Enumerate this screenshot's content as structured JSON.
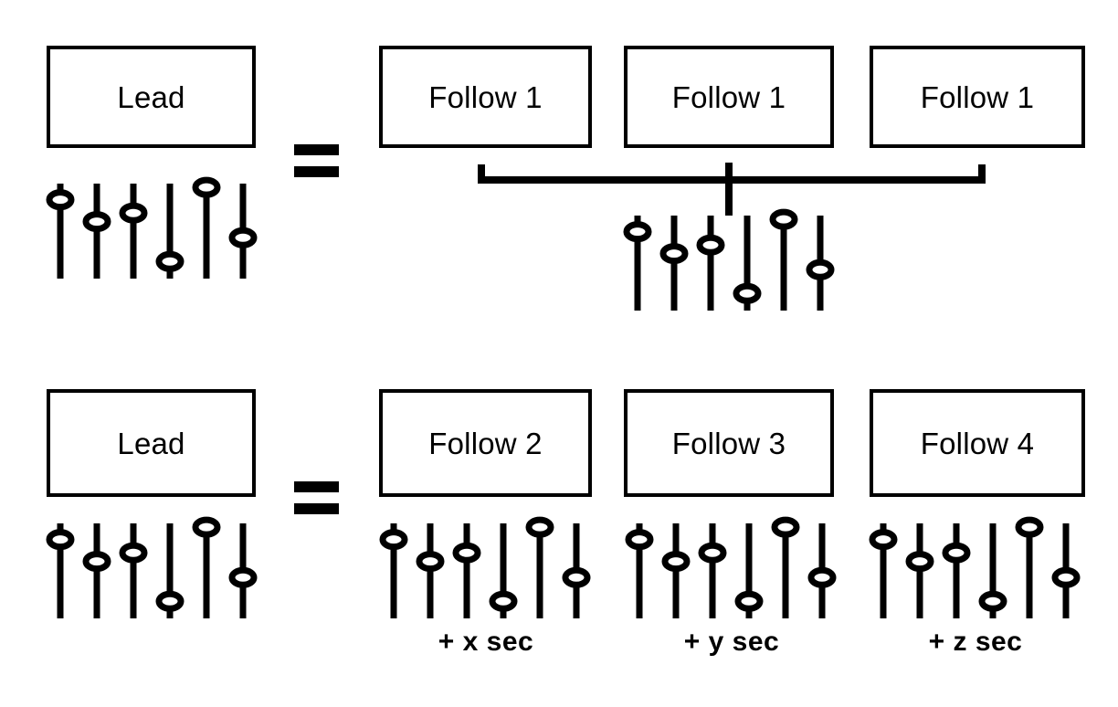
{
  "diagram": {
    "title": "Lead and Follow slider configuration equivalence",
    "background_color": "#ffffff",
    "stroke_color": "#000000",
    "operator_symbol": "="
  },
  "slider_bank": {
    "count": 6,
    "knob_positions": [
      0.17,
      0.4,
      0.31,
      0.82,
      0.04,
      0.57
    ],
    "track_label": "slider-track",
    "knob_label": "slider-knob"
  },
  "rows": [
    {
      "id": "row-grouped",
      "left": {
        "box_label": "Lead",
        "sliders_caption": ""
      },
      "operator": "=",
      "grouped": true,
      "bracket": {
        "present": true,
        "name": "grouping-bracket"
      },
      "right_boxes": [
        {
          "box_label": "Follow 1",
          "offset_caption": ""
        },
        {
          "box_label": "Follow 1",
          "offset_caption": ""
        },
        {
          "box_label": "Follow 1",
          "offset_caption": ""
        }
      ],
      "shared_slider_caption": ""
    },
    {
      "id": "row-offset",
      "left": {
        "box_label": "Lead",
        "sliders_caption": ""
      },
      "operator": "=",
      "grouped": false,
      "bracket": {
        "present": false,
        "name": ""
      },
      "right_boxes": [
        {
          "box_label": "Follow 2",
          "offset_caption": "+ x sec"
        },
        {
          "box_label": "Follow 3",
          "offset_caption": "+ y sec"
        },
        {
          "box_label": "Follow 4",
          "offset_caption": "+ z sec"
        }
      ],
      "shared_slider_caption": ""
    }
  ]
}
